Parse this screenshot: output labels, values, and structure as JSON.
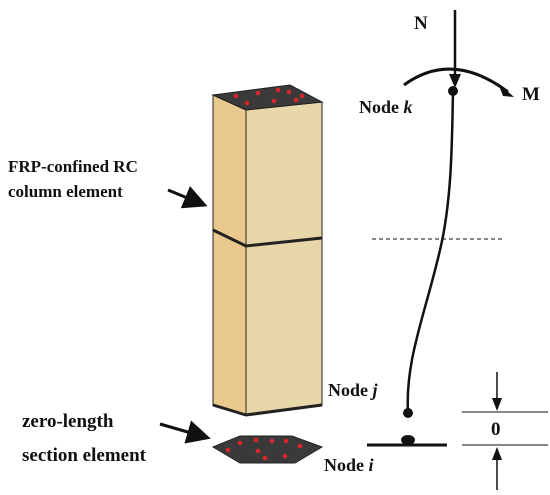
{
  "labels": {
    "force_n": "N",
    "moment_m": "M",
    "node_k_prefix": "Node ",
    "node_k_var": "k",
    "node_j_prefix": "Node ",
    "node_j_var": "j",
    "node_i_prefix": "Node ",
    "node_i_var": "i",
    "column_line1": "FRP-confined RC",
    "column_line2": "column element",
    "zero_line1": "zero-length",
    "zero_line2": "section element",
    "gap_value": "0"
  },
  "colors": {
    "column_face_left": "#e9c98d",
    "column_face_right": "#e6d6a8",
    "cap": "#3a3a3a",
    "bar_dots": "#d8262b",
    "ink": "#111111"
  }
}
